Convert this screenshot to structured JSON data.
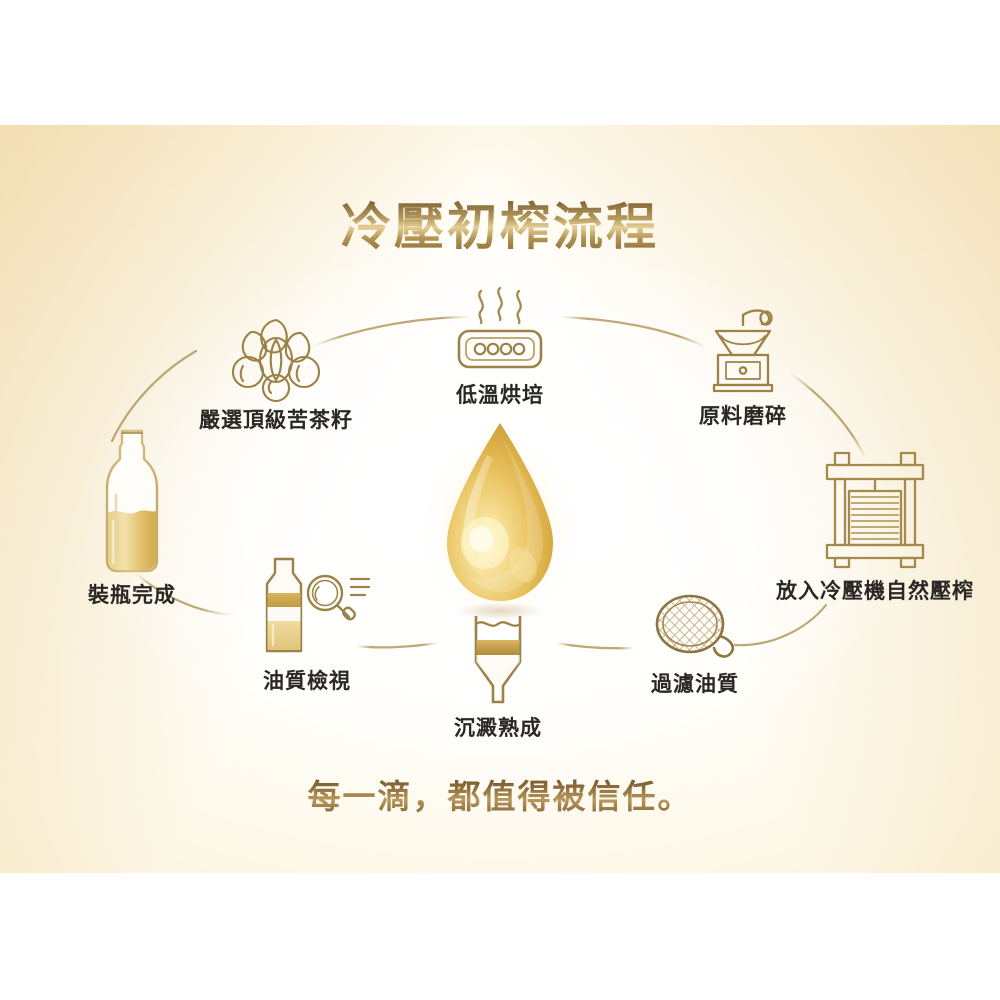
{
  "page": {
    "title": "冷壓初榨流程",
    "tagline": "每一滴，都值得被信任。",
    "center_icon": "oil-droplet"
  },
  "colors": {
    "gold_dark": "#6b5430",
    "gold_mid": "#b79a5c",
    "gold_light": "#e4cf96",
    "oil_amber": "#e8c25e",
    "oil_highlight": "#fdf3c0",
    "label_text": "#2a2724",
    "background_cream": "#fdf6e4",
    "background_edge": "#f0dcb0",
    "letterbox": "#ffffff"
  },
  "flow": {
    "steps": [
      {
        "index": 1,
        "label": "嚴選頂級苦茶籽",
        "icon": "tea-seeds-icon"
      },
      {
        "index": 2,
        "label": "低溫烘培",
        "icon": "roaster-icon"
      },
      {
        "index": 3,
        "label": "原料磨碎",
        "icon": "grinder-icon"
      },
      {
        "index": 4,
        "label": "放入冷壓機自然壓榨",
        "icon": "cold-press-machine-icon"
      },
      {
        "index": 5,
        "label": "過濾油質",
        "icon": "strainer-icon"
      },
      {
        "index": 6,
        "label": "沉澱熟成",
        "icon": "settling-tank-icon"
      },
      {
        "index": 7,
        "label": "油質檢視",
        "icon": "bottle-magnifier-icon"
      },
      {
        "index": 8,
        "label": "裝瓶完成",
        "icon": "filled-bottle-icon"
      }
    ]
  }
}
